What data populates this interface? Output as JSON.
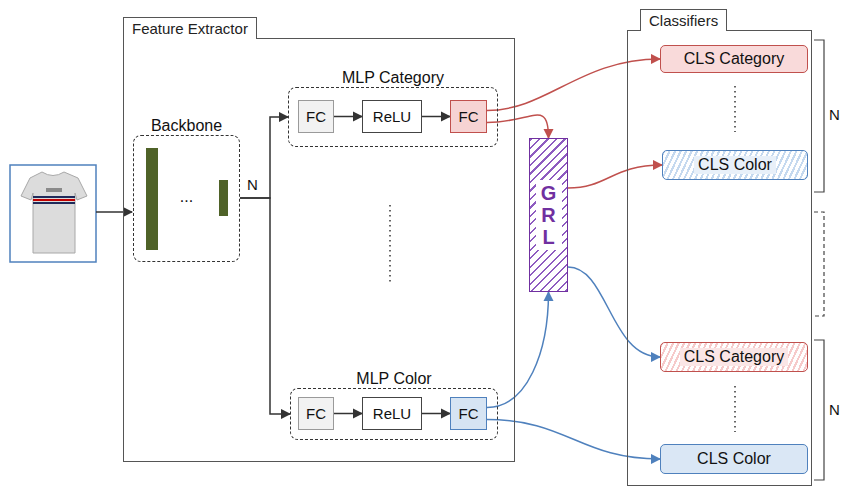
{
  "diagram": {
    "nodes": [
      {
        "text": [
          "Feature Extractor"
        ]
      },
      {
        "text": [
          "Backbone",
          "..."
        ],
        "in": 0
      },
      {
        "text": [
          "MLP Category"
        ],
        "in": 0
      },
      {
        "text": [
          "FC"
        ],
        "in": 2
      },
      {
        "text": [
          "ReLU"
        ],
        "in": 2
      },
      {
        "text": [
          "FC"
        ],
        "in": 2
      },
      {
        "text": [
          "MLP Color"
        ],
        "in": 0
      },
      {
        "text": [
          "FC"
        ],
        "in": 6
      },
      {
        "text": [
          "ReLU"
        ],
        "in": 6
      },
      {
        "text": [
          "FC"
        ],
        "in": 6
      },
      {
        "text": [
          "GRL"
        ]
      },
      {
        "text": [
          "Classifiers"
        ]
      },
      {
        "text": [
          "CLS Category"
        ],
        "in": 11
      },
      {
        "text": [
          "CLS Color"
        ],
        "in": 11
      },
      {
        "text": [
          "CLS Category"
        ],
        "in": 11
      },
      {
        "text": [
          "CLS Color"
        ],
        "in": 11
      }
    ],
    "edges": [
      {
        "from": 1,
        "to": 2,
        "arrow": "to"
      },
      {
        "from": 1,
        "to": 6,
        "arrow": "to"
      },
      {
        "from": 3,
        "to": 4,
        "arrow": "to"
      },
      {
        "from": 4,
        "to": 5,
        "arrow": "to"
      },
      {
        "from": 7,
        "to": 8,
        "arrow": "to"
      },
      {
        "from": 8,
        "to": 9,
        "arrow": "to"
      },
      {
        "from": 5,
        "to": 12,
        "arrow": "to"
      },
      {
        "from": 5,
        "to": 10,
        "arrow": "to"
      },
      {
        "from": 10,
        "to": 13,
        "arrow": "to"
      },
      {
        "from": 9,
        "to": 10,
        "arrow": "to"
      },
      {
        "from": 10,
        "to": 14,
        "arrow": "to"
      },
      {
        "from": 9,
        "to": 15,
        "arrow": "to"
      }
    ],
    "labels": [
      "N",
      "N",
      "N"
    ]
  }
}
